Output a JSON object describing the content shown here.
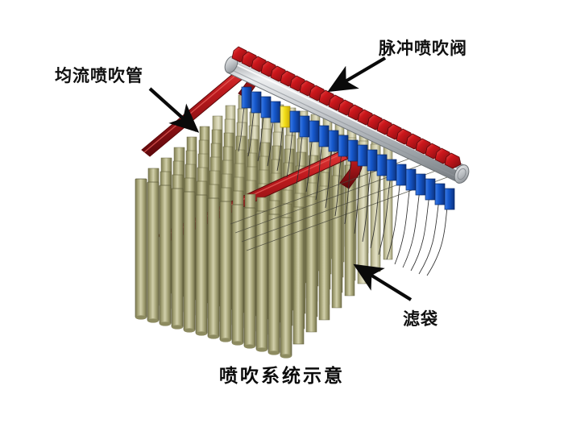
{
  "figure": {
    "caption": "喷吹系统示意",
    "background_color": "#ffffff"
  },
  "labels": [
    {
      "id": "pulse-jet-valve",
      "text": "脉冲喷吹阀",
      "arrow": "points-down-left-to-red-valves"
    },
    {
      "id": "uniform-flow-blow-pipe",
      "text": "均流喷吹管",
      "arrow": "points-down-right-to-red-pipe"
    },
    {
      "id": "filter-bag",
      "text": "滤袋",
      "arrow": "points-up-left-to-olive-tubes"
    }
  ],
  "colors": {
    "manifold_body": "#b9bcc0",
    "manifold_highlight": "#e6e8ea",
    "manifold_shadow": "#7e8287",
    "valve_red": "#c8151b",
    "valve_red_dark": "#8d0f13",
    "solenoid_blue": "#1558c8",
    "solenoid_blue_dark": "#0d3c92",
    "solenoid_yellow": "#f3e01a",
    "blow_pipe_red": "#a8141a",
    "blow_pipe_red_dark": "#6f0d11",
    "filter_bag_olive": "#a3a173",
    "filter_bag_light": "#cfcda4",
    "filter_bag_dark": "#7c7a53",
    "hose_white": "#fdfdfd",
    "hose_outline": "#3a3a3a",
    "arrow_black": "#0a0a0a",
    "text_black": "#101010"
  },
  "components": {
    "manifold": {
      "name": "air-header-manifold",
      "valve_count": 24,
      "solenoid_count": 24,
      "highlight_solenoid_index": 4,
      "highlight_solenoid_color": "#f3e01a"
    },
    "blow_pipes": {
      "name": "uniform-flow-blow-pipes",
      "count": 2
    },
    "filter_bags": {
      "name": "filter-bag-array",
      "rows": 9,
      "columns": 13
    }
  }
}
